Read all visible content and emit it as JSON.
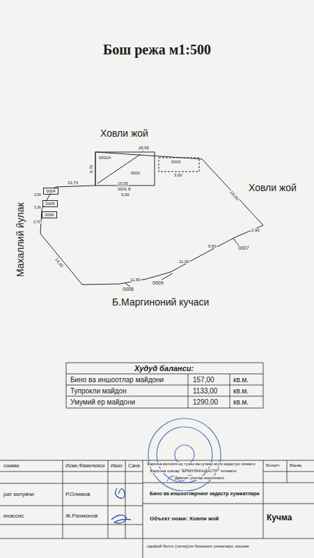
{
  "diagram": {
    "title": "Бош режа м1:500",
    "nodes": [
      {
        "text": [
          "0001"
        ]
      },
      {
        "text": [
          "0001A"
        ],
        "in": 0
      },
      {
        "text": [
          "0003"
        ]
      },
      {
        "text": [
          "0004"
        ]
      },
      {
        "text": [
          "0005"
        ]
      },
      {
        "text": [
          "0006"
        ]
      }
    ],
    "edges": [],
    "labels": [
      "Ховли жой",
      "Ховли жой",
      "Махаллий йулак",
      "Б.Маргиноний кучаси",
      "28,55",
      "8,70",
      "15,55",
      "13,70",
      "0001 Б",
      "3,00",
      "3,00",
      "19,00",
      "2,90",
      "5,50",
      "0007",
      "11,00",
      "0009",
      "11,50",
      "0008",
      "14,00",
      "3,50",
      "3,30",
      "3,70",
      "Худуд баланси:",
      "Бино ва иншоотлар майдони",
      "157,00",
      "кв.м.",
      "Тупрокли майдон",
      "1133,00",
      "кв.м.",
      "Умумий ер майдони",
      "1290,00",
      "кв.м.",
      "озими",
      "Исми,Фамилияси",
      "Имзо",
      "Сана",
      "рат килувчи",
      "Р.Олимов",
      "ихассис",
      "Ж.Рахмонов",
      "Фарғона вилояти ер тузиш ва кучмас мулк кадастри хизмати",
      "Фарғона шахар \"ЕРМУЛККАДАСТР\" хизмати",
      "Давлат унитар корхонаси",
      "Бино ва иншоотларнинг кадастр хужжатлари",
      "Объект номи: Ховли жой",
      "Кучма",
      "Босқич",
      "Варақ",
      "харфий белги (литер)ли бинонинг режалари, кирзим"
    ]
  }
}
